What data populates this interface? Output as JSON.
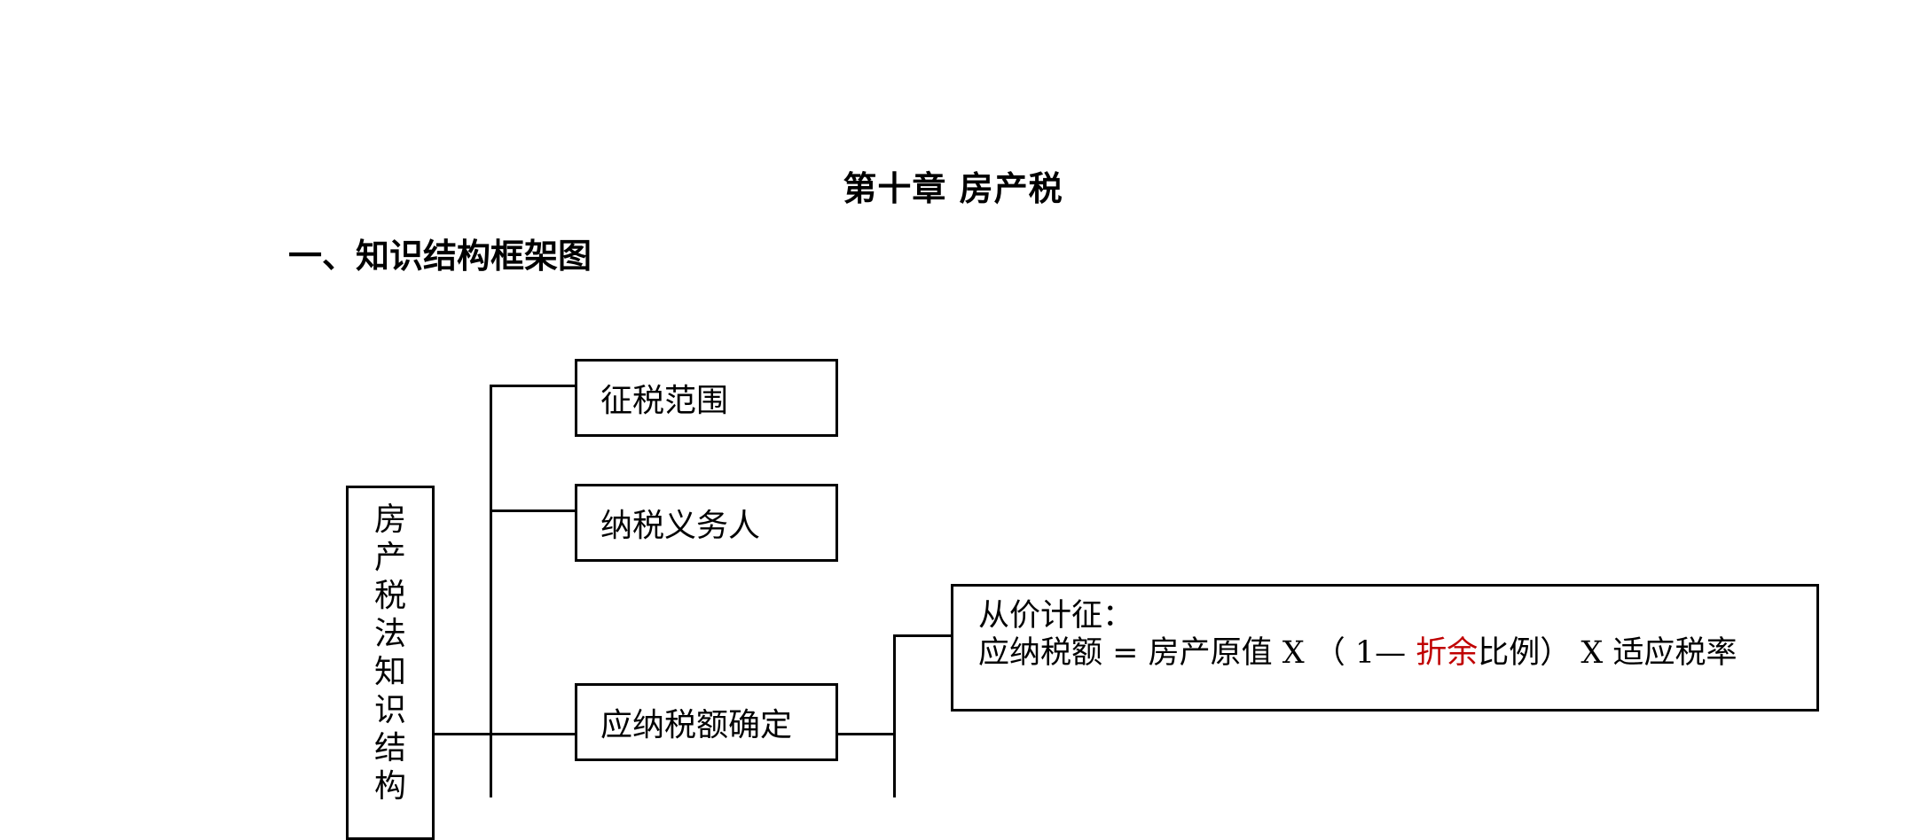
{
  "header": {
    "title": "第十章  房产税",
    "section": "一、知识结构框架图"
  },
  "diagram": {
    "root_chars": [
      "房",
      "产",
      "税",
      "法",
      "知",
      "识",
      "结",
      "构"
    ],
    "branches": [
      {
        "label": "征税范围"
      },
      {
        "label": "纳税义务人"
      },
      {
        "label": "应纳税额确定"
      }
    ],
    "formula": {
      "heading": "从价计征：",
      "part1": "应纳税额  =  房产原值  X  （ 1— ",
      "highlight": "折余",
      "part2": "比例）  X  适应税率"
    },
    "colors": {
      "line": "#000000",
      "highlight": "#c00000"
    }
  }
}
